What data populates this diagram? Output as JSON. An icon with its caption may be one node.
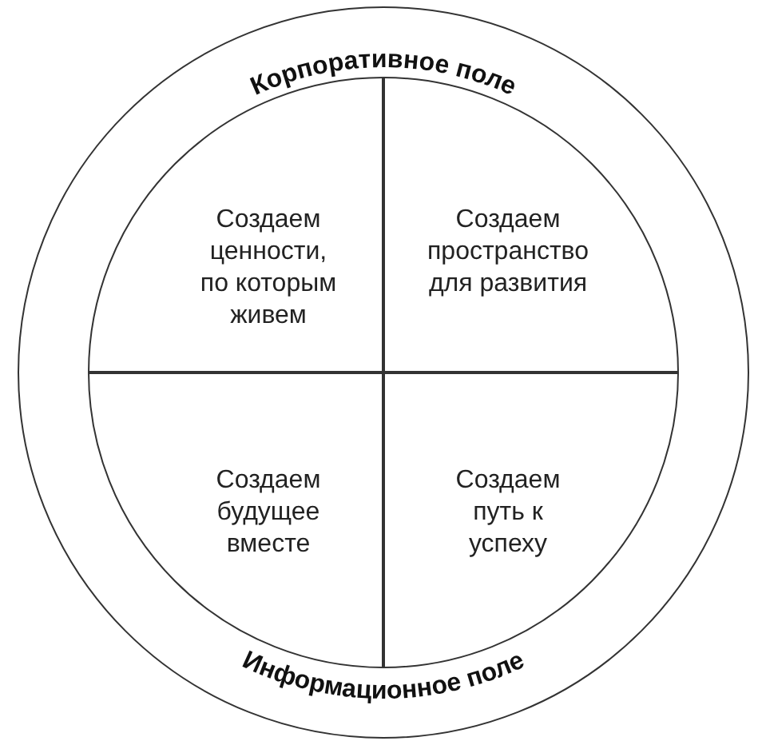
{
  "diagram": {
    "nodes": [
      {
        "text": [
          "Корпоративное поле",
          "Информационное поле"
        ]
      },
      {
        "text": [],
        "shape": "circle",
        "in": 0
      },
      {
        "text": [
          "Создаем ценности, по которым живем"
        ],
        "in": 1
      },
      {
        "text": [
          "Создаем пространство для развития"
        ],
        "in": 1
      },
      {
        "text": [
          "Создаем будущее вместе"
        ],
        "in": 1
      },
      {
        "text": [
          "Создаем путь к успеху"
        ],
        "in": 1
      }
    ]
  }
}
